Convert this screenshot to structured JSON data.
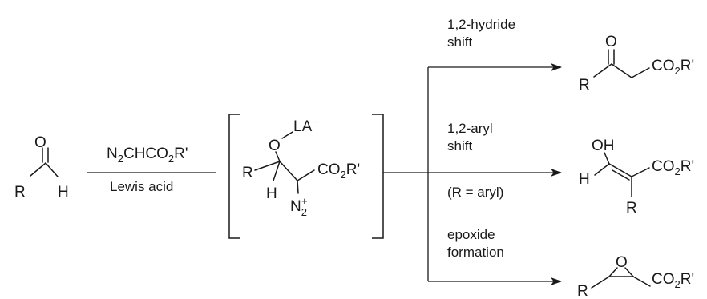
{
  "reactant": {
    "r_label": "R",
    "o_label": "O",
    "h_label": "H"
  },
  "reagents": {
    "diazo_parts": [
      "N",
      "2",
      "CHCO",
      "2",
      "R'"
    ],
    "catalyst": "Lewis acid"
  },
  "intermediate": {
    "o_label": "O",
    "la_label": "LA",
    "la_charge": "−",
    "r_label": "R",
    "h_label": "H",
    "ester_parts": [
      "CO",
      "2",
      "R'"
    ],
    "n2_parts": [
      "N",
      "2",
      "+"
    ]
  },
  "pathways": [
    {
      "label_lines": [
        "1,2-hydride",
        "shift"
      ],
      "product": {
        "o_label": "O",
        "r_label": "R",
        "ester_parts": [
          "CO",
          "2",
          "R'"
        ]
      }
    },
    {
      "label_lines": [
        "1,2-aryl",
        "shift"
      ],
      "condition": "(R = aryl)",
      "product": {
        "oh_label": "OH",
        "h_label": "H",
        "r_label": "R",
        "ester_parts": [
          "CO",
          "2",
          "R'"
        ]
      }
    },
    {
      "label_lines": [
        "epoxide",
        "formation"
      ],
      "product": {
        "o_label": "O",
        "r_label": "R",
        "ester_parts": [
          "CO",
          "2",
          "R'"
        ]
      }
    }
  ]
}
